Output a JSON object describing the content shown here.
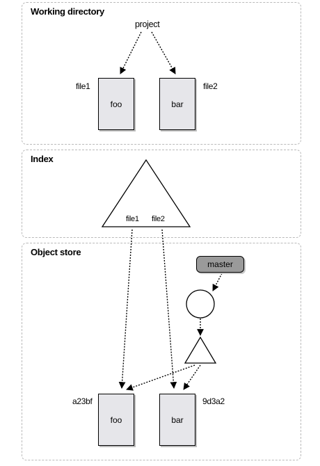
{
  "panels": {
    "working_directory": "Working directory",
    "index": "Index",
    "object_store": "Object store"
  },
  "working_dir": {
    "tree_label": "project",
    "file1_name": "file1",
    "file2_name": "file2",
    "file1_content": "foo",
    "file2_content": "bar"
  },
  "index": {
    "entry1": "file1",
    "entry2": "file2"
  },
  "object_store": {
    "branch": "master",
    "blob1_hash": "a23bf",
    "blob2_hash": "9d3a2",
    "blob1_content": "foo",
    "blob2_content": "bar"
  },
  "colors": {
    "box_fill": "#e6e6ea",
    "branch_fill": "#9a9a9a",
    "panel_border": "#b9b9b9"
  }
}
